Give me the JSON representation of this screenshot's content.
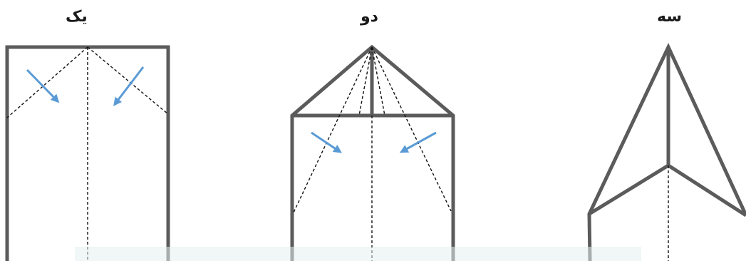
{
  "steps": [
    {
      "label": "یک"
    },
    {
      "label": "دو"
    },
    {
      "label": "سه"
    }
  ],
  "colors": {
    "outline": "#5b5b5b",
    "fold_line": "#111111",
    "arrow": "#5b9bd5",
    "overlay": "#e6eef0"
  }
}
